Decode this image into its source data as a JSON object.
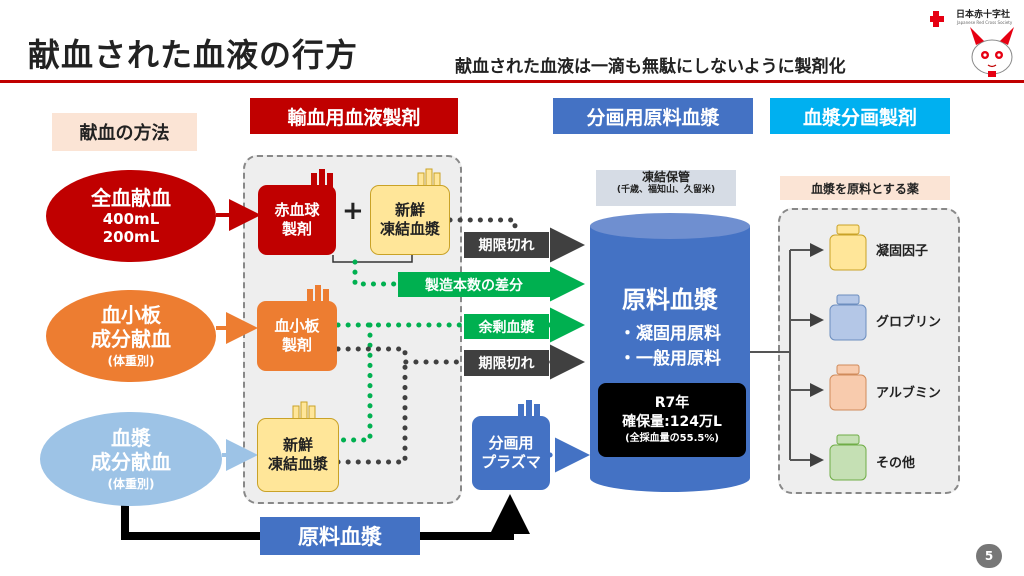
{
  "header": {
    "title": "献血された血液の行方",
    "subtitle": "献血された血液は一滴も無駄にしないように製剤化",
    "org_name": "日本赤十字社",
    "org_name_en": "Japanese Red Cross Society"
  },
  "sections": {
    "method": "献血の方法",
    "transfusion": "輸血用血液製剤",
    "fractionation_raw": "分画用原料血漿",
    "plasma_derivatives": "血漿分画製剤"
  },
  "donations": {
    "whole": {
      "title": "全血献血",
      "line2": "400mL",
      "line3": "200mL"
    },
    "platelet": {
      "title1": "血小板",
      "title2": "成分献血",
      "note": "(体重別)"
    },
    "plasma": {
      "title1": "血漿",
      "title2": "成分献血",
      "note": "(体重別)"
    }
  },
  "products": {
    "rbc": {
      "line1": "赤血球",
      "line2": "製剤"
    },
    "plus": "+",
    "ffp_top": {
      "line1": "新鮮",
      "line2": "凍結血漿"
    },
    "platelet": {
      "line1": "血小板",
      "line2": "製剤"
    },
    "ffp_bottom": {
      "line1": "新鮮",
      "line2": "凍結血漿"
    },
    "plasma_for_fraction": {
      "line1": "分画用",
      "line2": "プラズマ"
    }
  },
  "flow_labels": {
    "expired_1": "期限切れ",
    "production_diff": "製造本数の差分",
    "surplus_plasma": "余剰血漿",
    "expired_2": "期限切れ",
    "raw_plasma": "原料血漿"
  },
  "storage": {
    "title": "凍結保管",
    "locations": "(千歳、福知山、久留米)"
  },
  "tank": {
    "title": "原料血漿",
    "item1": "・凝固用原料",
    "item2": "・一般用原料",
    "year": "R7年",
    "amount": "確保量:124万L",
    "ratio": "(全採血量の55.5%)"
  },
  "medicines": {
    "header": "血漿を原料とする薬",
    "items": [
      {
        "label": "凝固因子",
        "color": "#ffe699"
      },
      {
        "label": "グロブリン",
        "color": "#b4c7e7"
      },
      {
        "label": "アルブミン",
        "color": "#f8cbad"
      },
      {
        "label": "その他",
        "color": "#c5e0b4"
      }
    ]
  },
  "colors": {
    "red": "#c00000",
    "dark_red": "#b00000",
    "orange": "#ed7d31",
    "light_blue": "#9dc3e6",
    "blue": "#4472c4",
    "cyan": "#00b0f0",
    "green": "#00b050",
    "cream": "#ffe699"
  },
  "page": "5"
}
